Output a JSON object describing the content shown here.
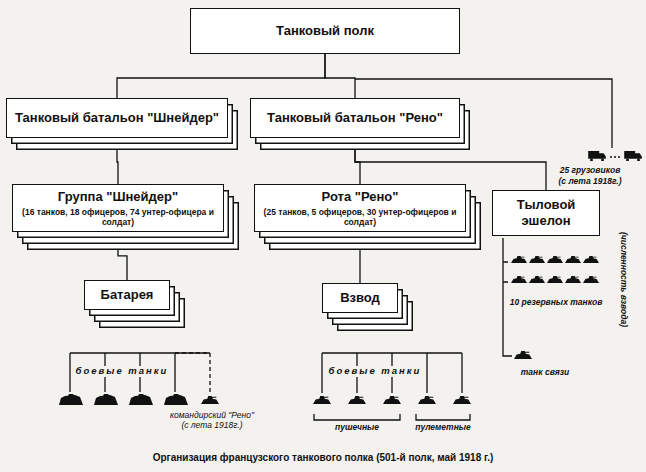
{
  "diagram": {
    "caption": "Организация французского танкового полка (501-й полк, май 1918 г.)",
    "nodes": [
      {
        "text": [
          "Танковый полк"
        ]
      },
      {
        "text": [
          "Танковый батальон \"Шнейдер\""
        ]
      },
      {
        "text": [
          "Танковый батальон \"Рено\""
        ]
      },
      {
        "text": [
          "Группа \"Шнейдер\"",
          "(16 танков, 18 офицеров, 74 унтер-офицера и солдат)"
        ]
      },
      {
        "text": [
          "Рота \"Рено\"",
          "(25 танков, 5 офицеров, 30 унтер-офицеров и солдат)"
        ]
      },
      {
        "text": [
          "Тыловой эшелон"
        ]
      },
      {
        "text": [
          "Батарея"
        ]
      },
      {
        "text": [
          "Взвод"
        ]
      }
    ],
    "edges": [
      {
        "from": 0,
        "to": 1,
        "arrow": "none"
      },
      {
        "from": 0,
        "to": 2,
        "arrow": "none"
      },
      {
        "from": 1,
        "to": 3,
        "arrow": "none"
      },
      {
        "from": 2,
        "to": 4,
        "arrow": "none"
      },
      {
        "from": 2,
        "to": 5,
        "arrow": "none"
      },
      {
        "from": 3,
        "to": 6,
        "arrow": "none"
      },
      {
        "from": 4,
        "to": 7,
        "arrow": "none"
      }
    ],
    "labels": [
      "25 грузовиков",
      "(с лета 1918г.)",
      "10 резервных танков",
      "танк связи",
      "(численность взвода)",
      "боевые танки",
      "командирский \"Рено\"",
      "(с лета 1918г.)",
      "боевые танки",
      "пушечные",
      "пулеметные"
    ]
  }
}
